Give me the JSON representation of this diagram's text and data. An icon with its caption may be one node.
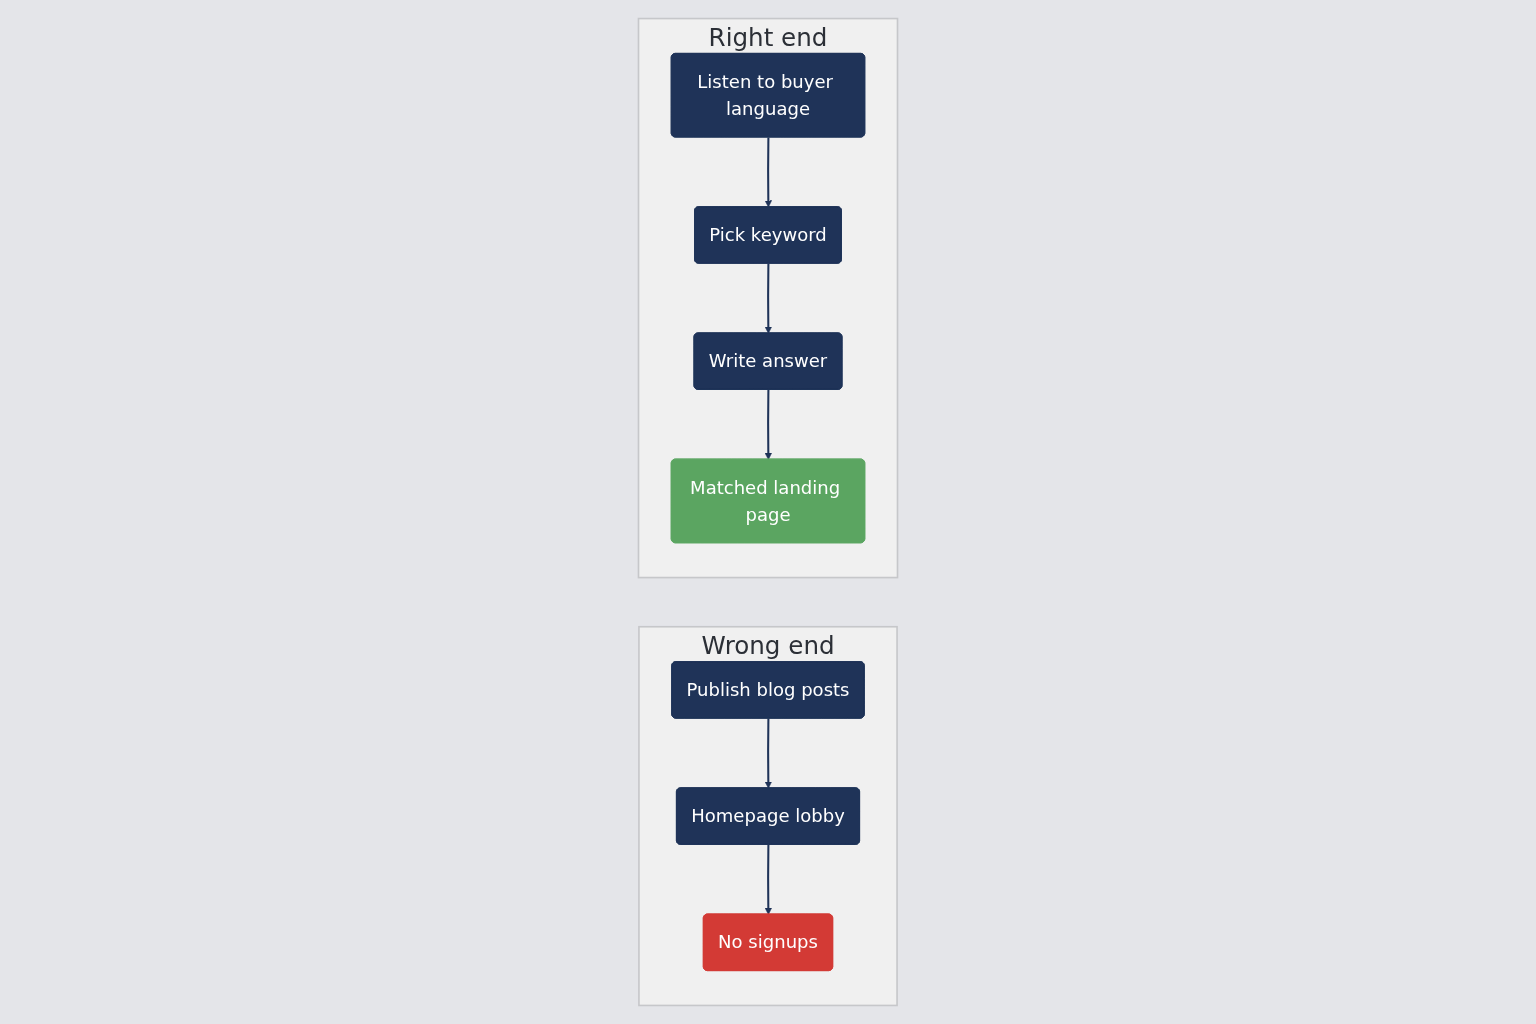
{
  "diagram": {
    "nodes": [
      {
        "text": [
          "Wrong end"
        ]
      },
      {
        "text": [
          "Publish blog posts"
        ],
        "in": 0
      },
      {
        "text": [
          "Homepage lobby"
        ],
        "in": 0
      },
      {
        "text": [
          "No signups"
        ],
        "in": 0
      },
      {
        "text": [
          "Right end"
        ]
      },
      {
        "text": [
          "Listen to buyer language"
        ],
        "in": 4
      },
      {
        "text": [
          "Pick keyword"
        ],
        "in": 4
      },
      {
        "text": [
          "Write answer"
        ],
        "in": 4
      },
      {
        "text": [
          "Matched landing page"
        ],
        "in": 4
      }
    ],
    "edges": [
      {
        "from": 1,
        "to": 2,
        "arrow": "to"
      },
      {
        "from": 2,
        "to": 3,
        "arrow": "to"
      },
      {
        "from": 5,
        "to": 6,
        "arrow": "to"
      },
      {
        "from": 6,
        "to": 7,
        "arrow": "to"
      },
      {
        "from": 7,
        "to": 8,
        "arrow": "to"
      }
    ]
  }
}
